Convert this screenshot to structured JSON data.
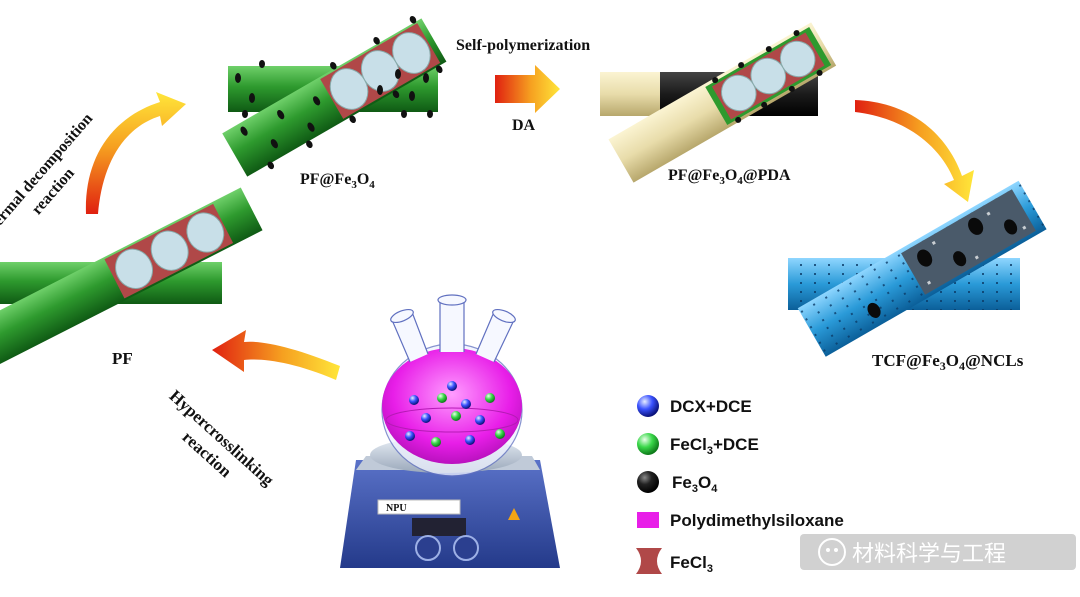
{
  "labels": {
    "pf": "PF",
    "pf_fe3o4": "PF@Fe",
    "pf_fe3o4_sub1": "3",
    "pf_fe3o4_mid": "O",
    "pf_fe3o4_sub2": "4",
    "pf_fe3o4_pda": "PF@Fe",
    "pf_fe3o4_pda_sub1": "3",
    "pf_fe3o4_pda_mid": "O",
    "pf_fe3o4_pda_sub2": "4",
    "pf_fe3o4_pda_end": "@PDA",
    "tcf": "TCF@Fe",
    "tcf_sub1": "3",
    "tcf_mid": "O",
    "tcf_sub2": "4",
    "tcf_end": "@NCLs"
  },
  "steps": {
    "thermal_line1": "Thermal decomposition",
    "thermal_line2": "reaction",
    "self_polymerization": "Self-polymerization",
    "da": "DA",
    "hyper_line1": "Hypercrosslinking",
    "hyper_line2": "reaction"
  },
  "legend": {
    "dcx_dce": "DCX+DCE",
    "fecl3_dce_a": "FeCl",
    "fecl3_dce_sub": "3",
    "fecl3_dce_b": "+DCE",
    "fe3o4_a": "Fe",
    "fe3o4_sub1": "3",
    "fe3o4_b": "O",
    "fe3o4_sub2": "4",
    "pdms": "Polydimethylsiloxane",
    "fecl3_a": "FeCl",
    "fecl3_sub": "3"
  },
  "device": {
    "brand": "NPU"
  },
  "watermark": {
    "text": "材料科学与工程"
  },
  "colors": {
    "fiber_green": "#2e9a2e",
    "fiber_tan": "#e8dcaa",
    "fiber_blue": "#2a9ad8",
    "fecl3_red": "#b04848",
    "sphere_lightblue": "#c8dfe8",
    "pdms_magenta": "#e81ee8",
    "dcx_blue": "#2a3ad8",
    "fecl3_green": "#3ad84a"
  }
}
